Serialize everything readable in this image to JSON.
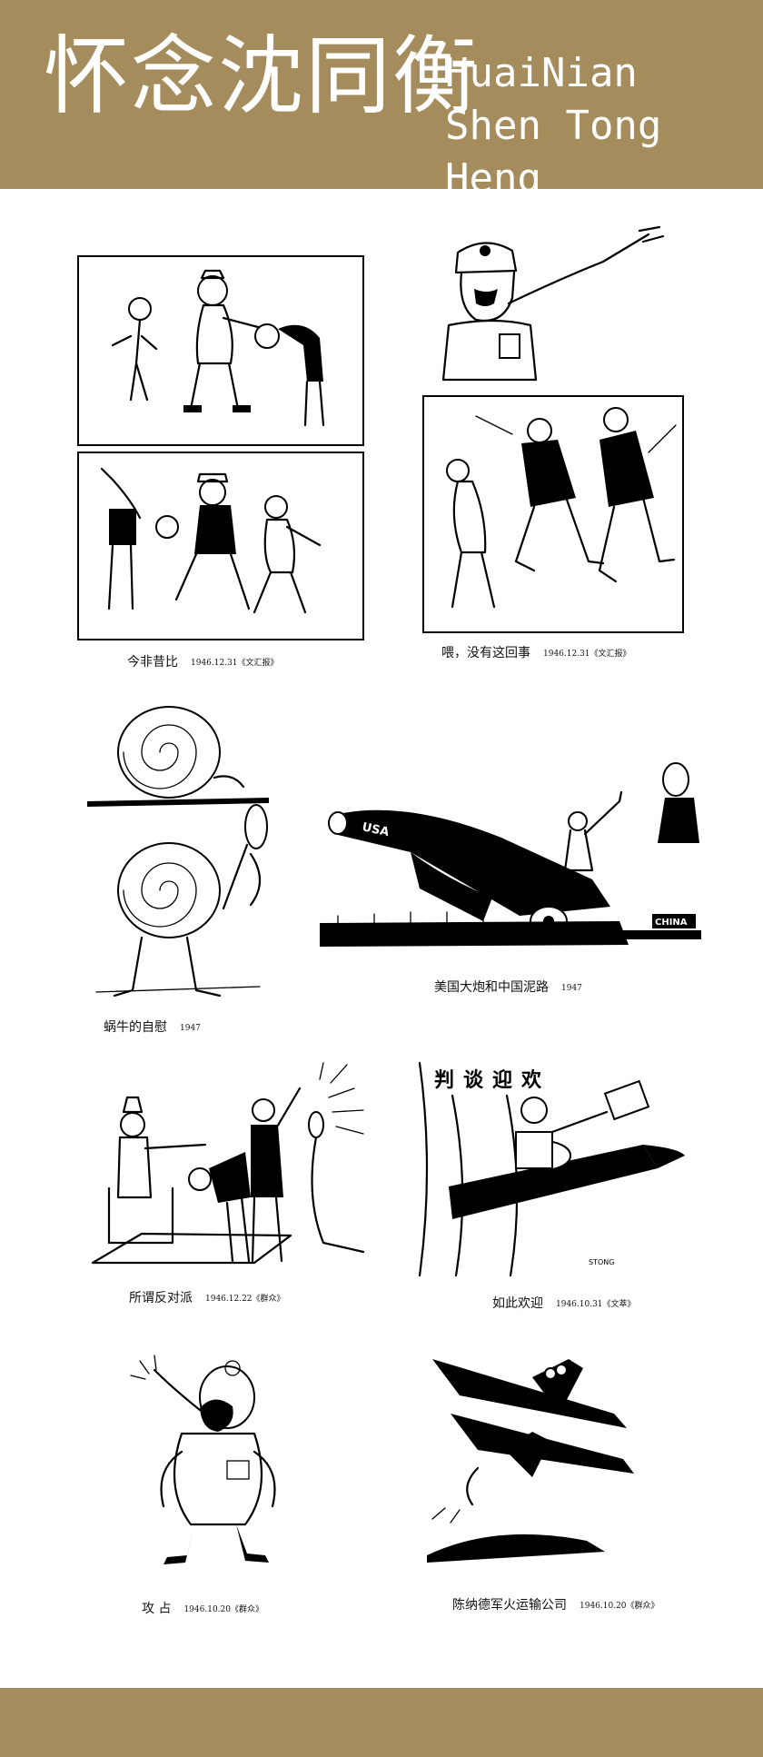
{
  "header": {
    "title_cn": "怀念沈同衡",
    "title_en_line1": "HuaiNian",
    "title_en_line2": "Shen Tong Heng"
  },
  "colors": {
    "band": "#a58c5c",
    "panel": "#ffffff",
    "ink": "#000000"
  },
  "cartoons": [
    {
      "title": "今非昔比",
      "date": "1946.12.31《文汇报》"
    },
    {
      "title": "喂，没有这回事",
      "date": "1946.12.31《文汇报》"
    },
    {
      "title": "蜗牛的自慰",
      "date": "1947"
    },
    {
      "title": "美国大炮和中国泥路",
      "date": "1947"
    },
    {
      "title": "所谓反对派",
      "date": "1946.12.22《群众》"
    },
    {
      "title": "如此欢迎",
      "date": "1946.10.31《文萃》"
    },
    {
      "title": "攻  占",
      "date": "1946.10.20《群众》"
    },
    {
      "title": "陈纳德军火运输公司",
      "date": "1946.10.20《群众》"
    }
  ],
  "art_text": {
    "cannon_label": "USA",
    "road_sign": "CHINA",
    "banner_chars": "判谈迎欢",
    "signature": "STONG"
  }
}
